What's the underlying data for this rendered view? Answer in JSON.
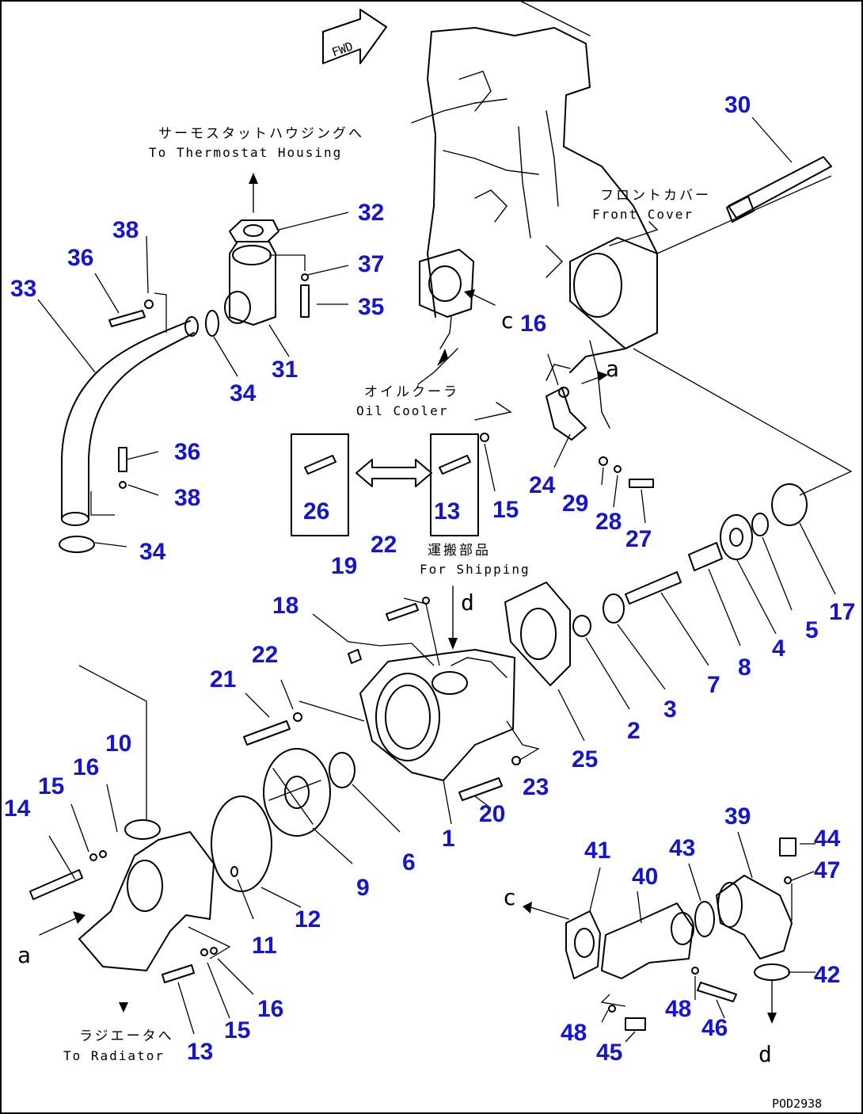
{
  "figure": {
    "drawing_code": "POD2938",
    "fwd_label": "FWD"
  },
  "captions": {
    "thermostat_jp": "サーモスタットハウジングへ",
    "thermostat_en": "To Thermostat Housing",
    "front_cover_jp": "フロントカバー",
    "front_cover_en": "Front Cover",
    "oil_cooler_jp": "オイルクーラ",
    "oil_cooler_en": "Oil Cooler",
    "shipping_jp": "運搬部品",
    "shipping_en": "For Shipping",
    "radiator_jp": "ラジエータへ",
    "radiator_en": "To Radiator"
  },
  "refs": {
    "a": "a",
    "c": "c",
    "d": "d"
  },
  "callouts": [
    {
      "id": "c30",
      "text": "30"
    },
    {
      "id": "c32",
      "text": "32"
    },
    {
      "id": "c38a",
      "text": "38"
    },
    {
      "id": "c36a",
      "text": "36"
    },
    {
      "id": "c33",
      "text": "33"
    },
    {
      "id": "c37",
      "text": "37"
    },
    {
      "id": "c35",
      "text": "35"
    },
    {
      "id": "c31",
      "text": "31"
    },
    {
      "id": "c34a",
      "text": "34"
    },
    {
      "id": "c16a",
      "text": "16"
    },
    {
      "id": "c36b",
      "text": "36"
    },
    {
      "id": "c38b",
      "text": "38"
    },
    {
      "id": "c34b",
      "text": "34"
    },
    {
      "id": "c26",
      "text": "26"
    },
    {
      "id": "c13a",
      "text": "13"
    },
    {
      "id": "c15a",
      "text": "15"
    },
    {
      "id": "c24",
      "text": "24"
    },
    {
      "id": "c29",
      "text": "29"
    },
    {
      "id": "c28",
      "text": "28"
    },
    {
      "id": "c27",
      "text": "27"
    },
    {
      "id": "c17",
      "text": "17"
    },
    {
      "id": "c5",
      "text": "5"
    },
    {
      "id": "c4",
      "text": "4"
    },
    {
      "id": "c8",
      "text": "8"
    },
    {
      "id": "c7",
      "text": "7"
    },
    {
      "id": "c3",
      "text": "3"
    },
    {
      "id": "c2",
      "text": "2"
    },
    {
      "id": "c25",
      "text": "25"
    },
    {
      "id": "c22a",
      "text": "22"
    },
    {
      "id": "c19",
      "text": "19"
    },
    {
      "id": "c18",
      "text": "18"
    },
    {
      "id": "c22b",
      "text": "22"
    },
    {
      "id": "c21",
      "text": "21"
    },
    {
      "id": "c23",
      "text": "23"
    },
    {
      "id": "c20",
      "text": "20"
    },
    {
      "id": "c1",
      "text": "1"
    },
    {
      "id": "c6",
      "text": "6"
    },
    {
      "id": "c9",
      "text": "9"
    },
    {
      "id": "c12",
      "text": "12"
    },
    {
      "id": "c11",
      "text": "11"
    },
    {
      "id": "c10",
      "text": "10"
    },
    {
      "id": "c16b",
      "text": "16"
    },
    {
      "id": "c15b",
      "text": "15"
    },
    {
      "id": "c14",
      "text": "14"
    },
    {
      "id": "c13b",
      "text": "13"
    },
    {
      "id": "c15c",
      "text": "15"
    },
    {
      "id": "c16c",
      "text": "16"
    },
    {
      "id": "c39",
      "text": "39"
    },
    {
      "id": "c44",
      "text": "44"
    },
    {
      "id": "c47",
      "text": "47"
    },
    {
      "id": "c41",
      "text": "41"
    },
    {
      "id": "c43",
      "text": "43"
    },
    {
      "id": "c40",
      "text": "40"
    },
    {
      "id": "c42",
      "text": "42"
    },
    {
      "id": "c48a",
      "text": "48"
    },
    {
      "id": "c46",
      "text": "46"
    },
    {
      "id": "c48b",
      "text": "48"
    },
    {
      "id": "c45",
      "text": "45"
    }
  ]
}
